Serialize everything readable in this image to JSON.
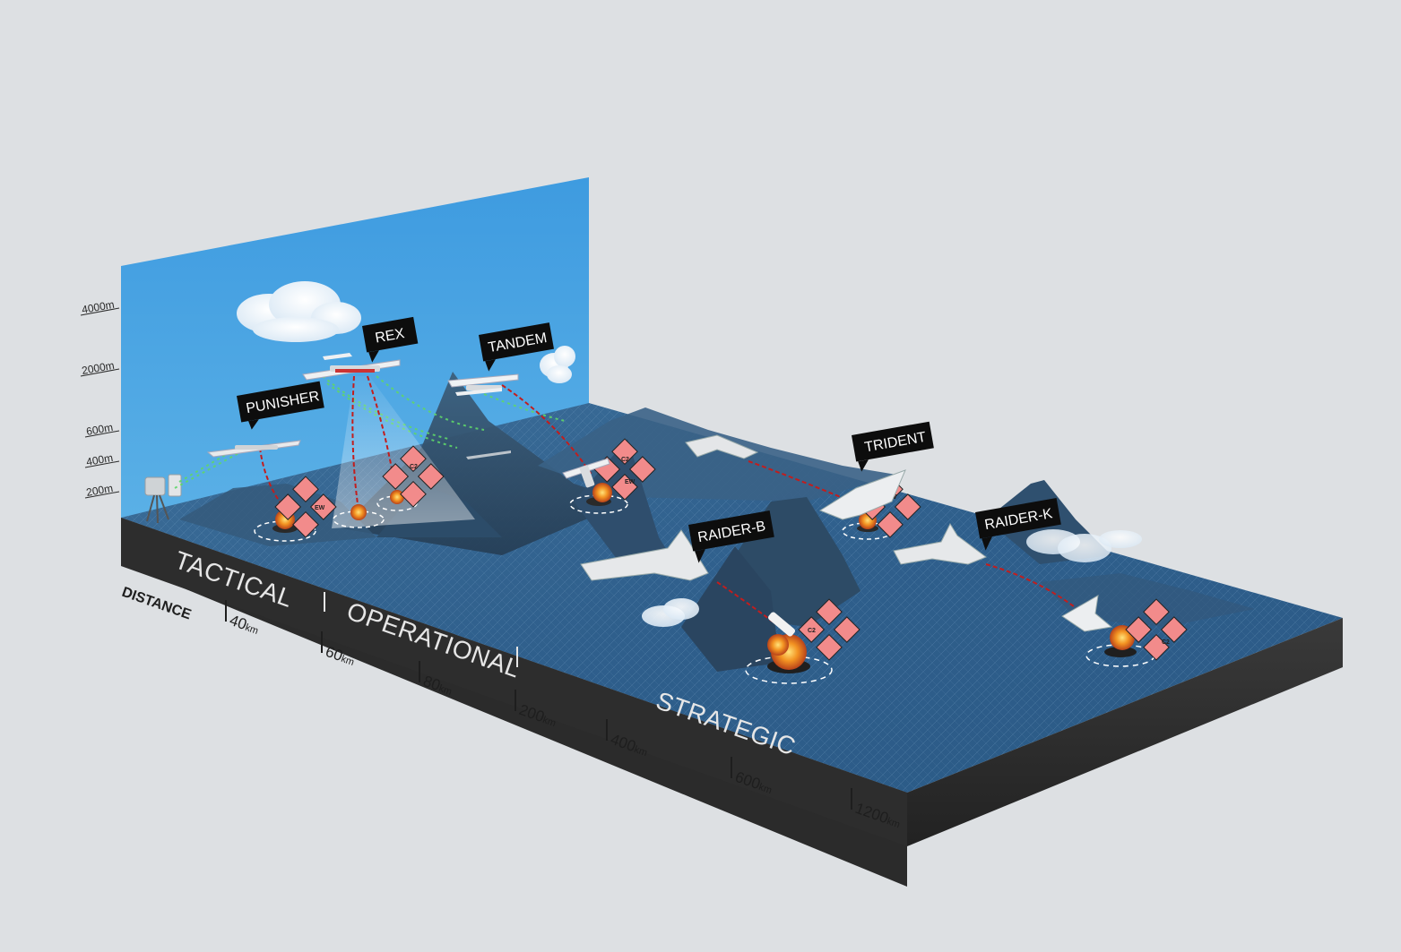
{
  "altitude_scale": {
    "levels": [
      "4000m",
      "2000m",
      "600m",
      "400m",
      "200m"
    ]
  },
  "range_zones": [
    "TACTICAL",
    "OPERATIONAL",
    "STRATEGIC"
  ],
  "distance_scale": {
    "title": "DISTANCE",
    "unit": "km",
    "marks": [
      "40",
      "60",
      "80",
      "200",
      "400",
      "600",
      "1200"
    ]
  },
  "platforms": [
    "PUNISHER",
    "REX",
    "TANDEM",
    "TRIDENT",
    "RAIDER-B",
    "RAIDER-K"
  ],
  "threat_badges": {
    "codes": [
      "C2",
      "EW"
    ]
  },
  "colors": {
    "background": "#dde0e3",
    "sky_wall": "#4aa3dd",
    "terrain": "#2f5f8c",
    "base_side": "#2a2a2a",
    "label_fill": "#0d0d0d",
    "strike_trail": "#c21d1d",
    "datalink": "#5fd66a",
    "threat_badge": "#f28b8b"
  },
  "icons": [
    "cloud-icon",
    "ground-antenna-icon",
    "explosion-icon",
    "threat-badge-icon",
    "fixed-wing-drone-icon",
    "flying-wing-drone-icon"
  ]
}
